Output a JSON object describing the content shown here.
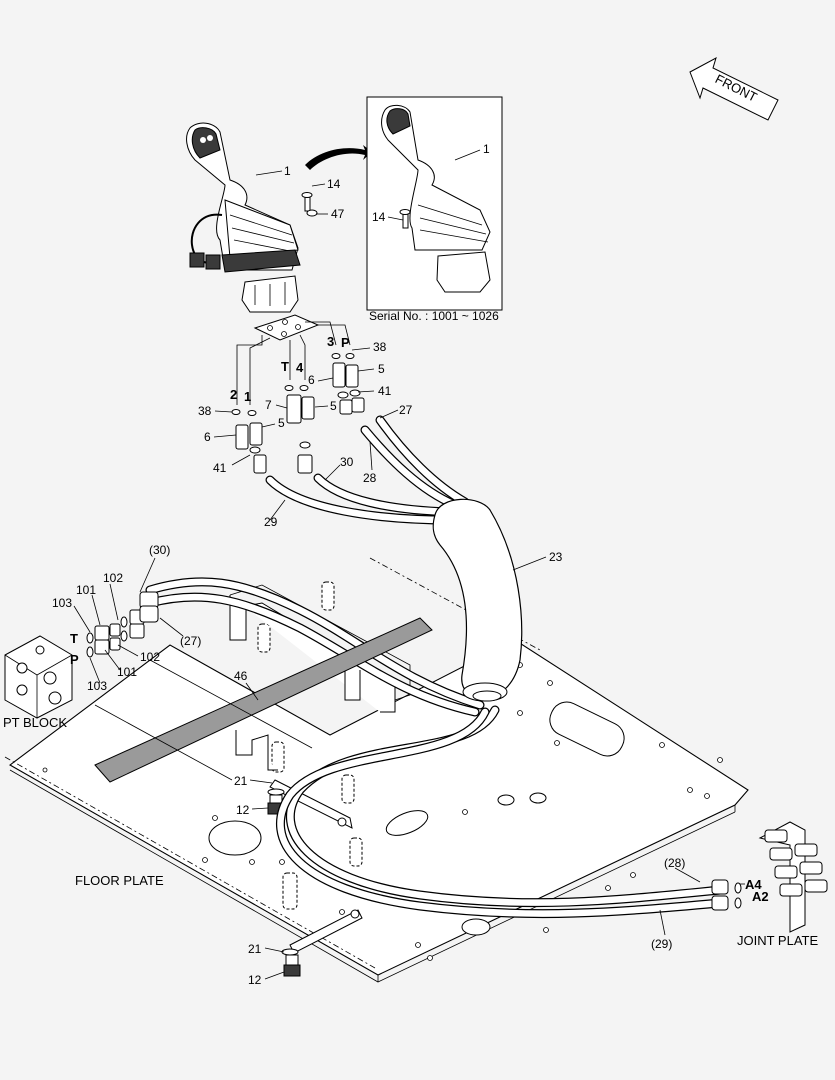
{
  "labels": {
    "front": "FRONT",
    "serial": "Serial No. : 1001 ~ 1026",
    "pt_block": "PT BLOCK",
    "floor_plate": "FLOOR PLATE",
    "joint_plate": "JOINT PLATE"
  },
  "ports": {
    "t_top": "T",
    "four": "4",
    "three": "3",
    "p_top": "P",
    "two": "2",
    "one": "1",
    "t_pt": "T",
    "p_pt": "P",
    "a4": "A4",
    "a2": "A2"
  },
  "callouts": {
    "c1_main": "1",
    "c14_main": "14",
    "c47": "47",
    "c1_inset": "1",
    "c14_inset": "14",
    "c38_r": "38",
    "c6_r": "6",
    "c5_r": "5",
    "c41_r": "41",
    "c38_l": "38",
    "c7": "7",
    "c5_m": "5",
    "c6_l": "6",
    "c5_l": "5",
    "c41_l": "41",
    "c27": "27",
    "c28": "28",
    "c30": "30",
    "c29": "29",
    "c23": "23",
    "c30p": "(30)",
    "c101_t": "101",
    "c102_t": "102",
    "c103_t": "103",
    "c27p": "(27)",
    "c102_b": "102",
    "c101_b": "101",
    "c103_b": "103",
    "c46": "46",
    "c21_t": "21",
    "c12_t": "12",
    "c21_b": "21",
    "c12_b": "12",
    "c28p": "(28)",
    "c29p": "(29)"
  }
}
